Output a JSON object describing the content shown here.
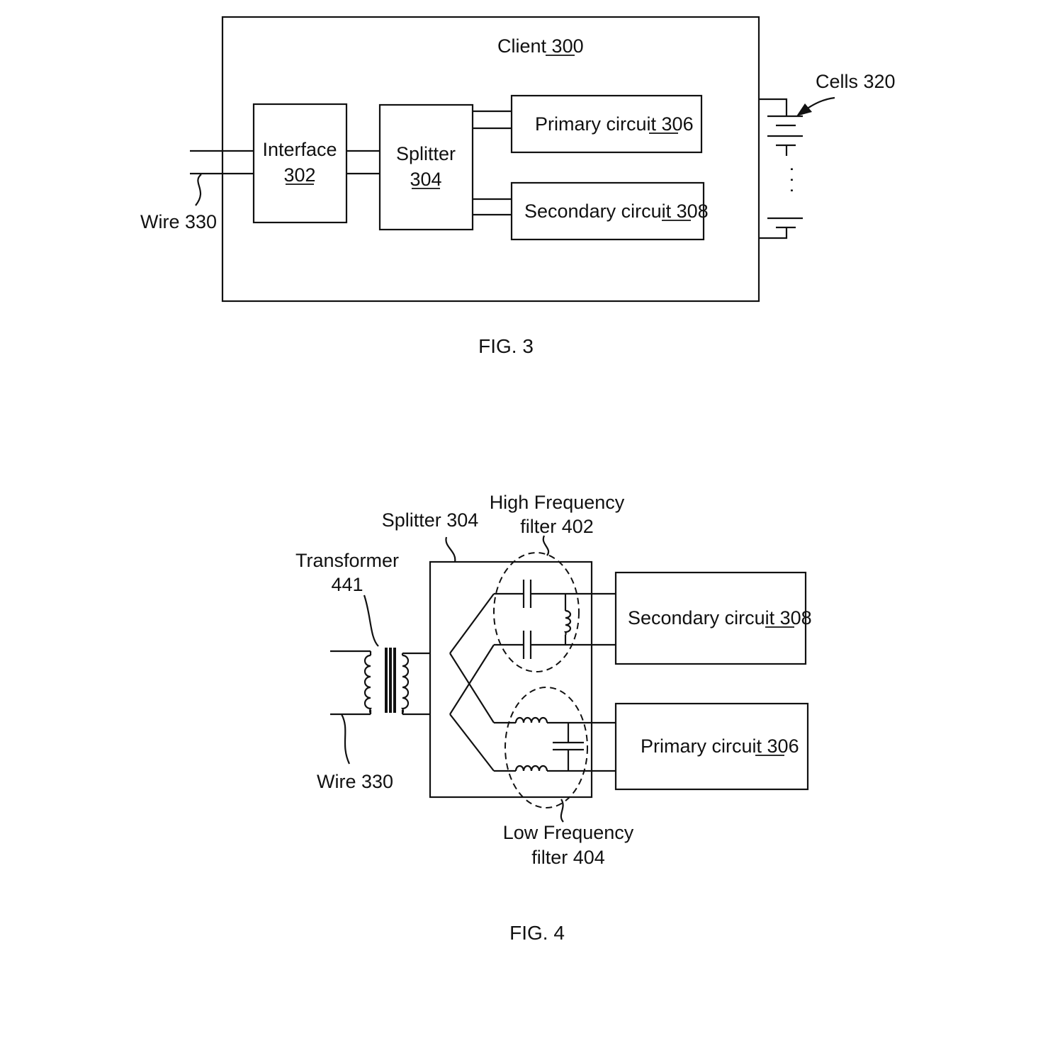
{
  "fig3": {
    "caption": "FIG. 3",
    "client": {
      "name": "Client",
      "ref": "300"
    },
    "interface": {
      "name": "Interface",
      "ref": "302"
    },
    "splitter": {
      "name": "Splitter",
      "ref": "304"
    },
    "primary": {
      "name": "Primary circuit",
      "ref": "306"
    },
    "secondary": {
      "name": "Secondary circuit",
      "ref": "308"
    },
    "cells_label": "Cells 320",
    "wire_label": "Wire 330",
    "ellipsis": ". . ."
  },
  "fig4": {
    "caption": "FIG. 4",
    "splitter_label": "Splitter 304",
    "hf_filter_line1": "High Frequency",
    "hf_filter_line2": "filter 402",
    "lf_filter_line1": "Low Frequency",
    "lf_filter_line2": "filter 404",
    "transformer_line1": "Transformer",
    "transformer_line2": "441",
    "wire_label": "Wire 330",
    "secondary": {
      "name": "Secondary circuit",
      "ref": "308"
    },
    "primary": {
      "name": "Primary circuit",
      "ref": "306"
    }
  }
}
